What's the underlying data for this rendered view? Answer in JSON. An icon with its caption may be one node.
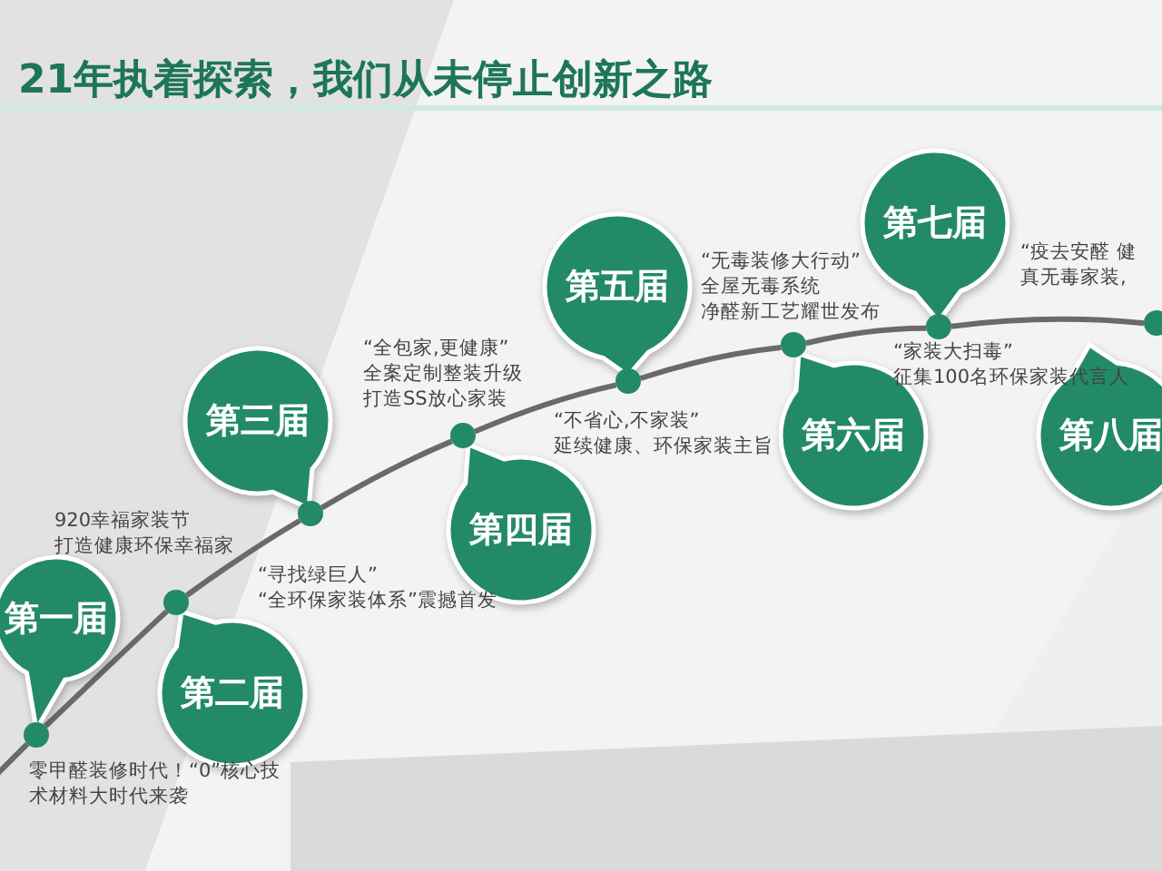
{
  "diagram": {
    "title": "21年执着探索，我们从未停止创新之路",
    "nodes": [
      {
        "text": [
          "第一届"
        ]
      },
      {
        "text": [
          "第二届"
        ]
      },
      {
        "text": [
          "第三届"
        ]
      },
      {
        "text": [
          "第四届"
        ]
      },
      {
        "text": [
          "第五届"
        ]
      },
      {
        "text": [
          "第六届"
        ]
      },
      {
        "text": [
          "第七届"
        ]
      },
      {
        "text": [
          "第八届"
        ]
      },
      {
        "text": [],
        "shape": "circle",
        "beside": [
          "零甲醛装修时代！“0”核心技",
          "术材料大时代来袭"
        ]
      },
      {
        "text": [],
        "shape": "circle",
        "beside": [
          "920幸福家装节",
          "打造健康环保幸福家"
        ]
      },
      {
        "text": [],
        "shape": "circle",
        "beside": [
          "“寻找绿巨人”",
          "“全环保家装体系”震撼首发"
        ]
      },
      {
        "text": [],
        "shape": "circle",
        "beside": [
          "“全包家,更健康”",
          "全案定制整装升级",
          "打造SS放心家装"
        ]
      },
      {
        "text": [],
        "shape": "circle",
        "beside": [
          "“不省心,不家装”",
          "延续健康、环保家装主旨"
        ]
      },
      {
        "text": [],
        "shape": "circle",
        "beside": [
          "“无毒装修大行动”",
          "全屋无毒系统",
          "净醛新工艺耀世发布"
        ]
      },
      {
        "text": [],
        "shape": "circle",
        "beside": [
          "“家装大扫毒”",
          "征集100名环保家装代言人"
        ]
      },
      {
        "text": [],
        "shape": "circle",
        "beside": [
          "“疫去安醛 健",
          "真无毒家装,"
        ]
      }
    ],
    "edges": [
      {
        "from": null,
        "to": 8,
        "arrow": "none"
      },
      {
        "from": 8,
        "to": 9,
        "arrow": "none"
      },
      {
        "from": 9,
        "to": 10,
        "arrow": "none"
      },
      {
        "from": 10,
        "to": 11,
        "arrow": "none"
      },
      {
        "from": 11,
        "to": 12,
        "arrow": "none"
      },
      {
        "from": 12,
        "to": 13,
        "arrow": "none"
      },
      {
        "from": 13,
        "to": 14,
        "arrow": "none"
      },
      {
        "from": 14,
        "to": 15,
        "arrow": "none"
      }
    ]
  }
}
